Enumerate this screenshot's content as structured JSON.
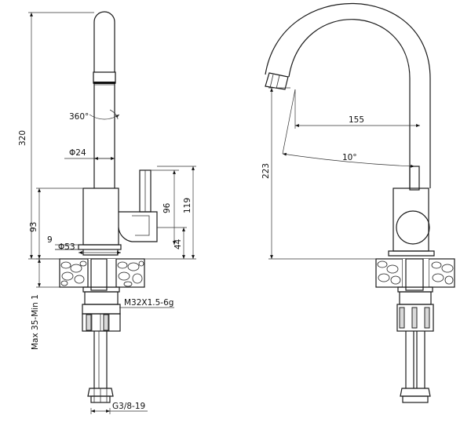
{
  "labels": {
    "height_total": "320",
    "rotation": "360°",
    "pipe_diameter": "Φ24",
    "body_height": "93",
    "lever_height": "96",
    "side_height": "119",
    "base_offset": "9",
    "base_diameter": "Φ53",
    "lever_offset": "44",
    "thread_spec": "M32X1.5-6g",
    "deck_thickness": "Max 35-Min 1",
    "hose_thread": "G3/8-19",
    "spout_reach": "155",
    "spout_height": "223",
    "spout_angle": "10°"
  }
}
